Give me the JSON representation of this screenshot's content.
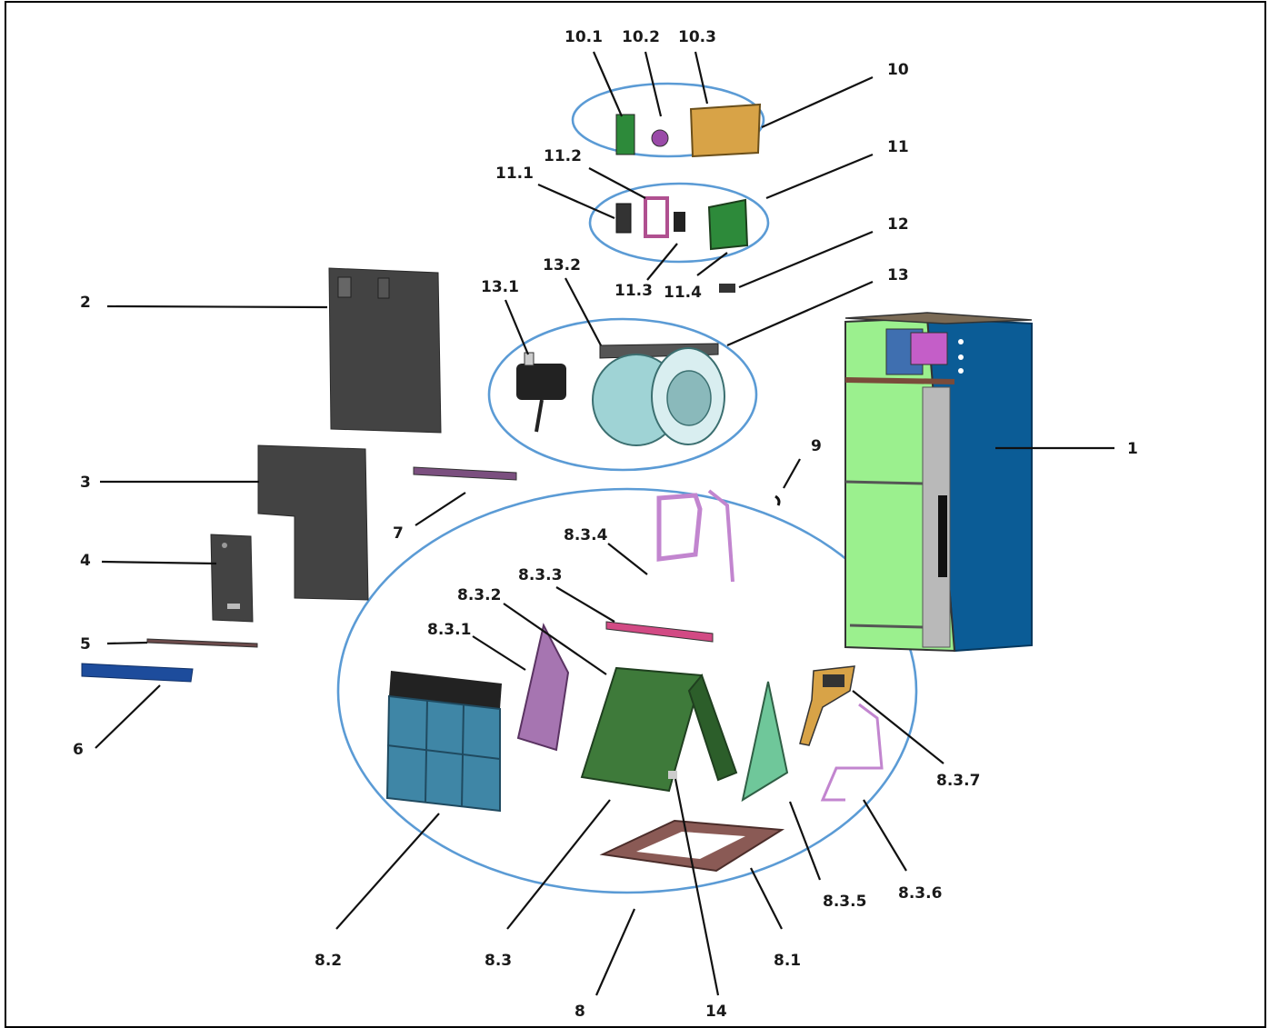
{
  "callouts": [
    {
      "id": "c1",
      "text": "1"
    },
    {
      "id": "c2",
      "text": "2"
    },
    {
      "id": "c3",
      "text": "3"
    },
    {
      "id": "c4",
      "text": "4"
    },
    {
      "id": "c5",
      "text": "5"
    },
    {
      "id": "c6",
      "text": "6"
    },
    {
      "id": "c7",
      "text": "7"
    },
    {
      "id": "c8",
      "text": "8"
    },
    {
      "id": "c8_1",
      "text": "8.1"
    },
    {
      "id": "c8_2",
      "text": "8.2"
    },
    {
      "id": "c8_3",
      "text": "8.3"
    },
    {
      "id": "c8_3_1",
      "text": "8.3.1"
    },
    {
      "id": "c8_3_2",
      "text": "8.3.2"
    },
    {
      "id": "c8_3_3",
      "text": "8.3.3"
    },
    {
      "id": "c8_3_4",
      "text": "8.3.4"
    },
    {
      "id": "c8_3_5",
      "text": "8.3.5"
    },
    {
      "id": "c8_3_6",
      "text": "8.3.6"
    },
    {
      "id": "c8_3_7",
      "text": "8.3.7"
    },
    {
      "id": "c9",
      "text": "9"
    },
    {
      "id": "c10",
      "text": "10"
    },
    {
      "id": "c10_1",
      "text": "10.1"
    },
    {
      "id": "c10_2",
      "text": "10.2"
    },
    {
      "id": "c10_3",
      "text": "10.3"
    },
    {
      "id": "c11",
      "text": "11"
    },
    {
      "id": "c11_1",
      "text": "11.1"
    },
    {
      "id": "c11_2",
      "text": "11.2"
    },
    {
      "id": "c11_3",
      "text": "11.3"
    },
    {
      "id": "c11_4",
      "text": "11.4"
    },
    {
      "id": "c12",
      "text": "12"
    },
    {
      "id": "c13",
      "text": "13"
    },
    {
      "id": "c13_1",
      "text": "13.1"
    },
    {
      "id": "c13_2",
      "text": "13.2"
    },
    {
      "id": "c14",
      "text": "14"
    }
  ],
  "colors": {
    "group_ring": "#5b9bd5",
    "cabinet_blue": "#0b5c96",
    "cabinet_green": "#9bf08e",
    "panel_dark": "#434343",
    "coil_green": "#3e7a3a",
    "filter_blue": "#3f86a6",
    "plate_purple": "#a675b1",
    "drain_pan_brown": "#8a5a55",
    "board_orange": "#d8a347",
    "blower_teal": "#9fd3d5"
  }
}
